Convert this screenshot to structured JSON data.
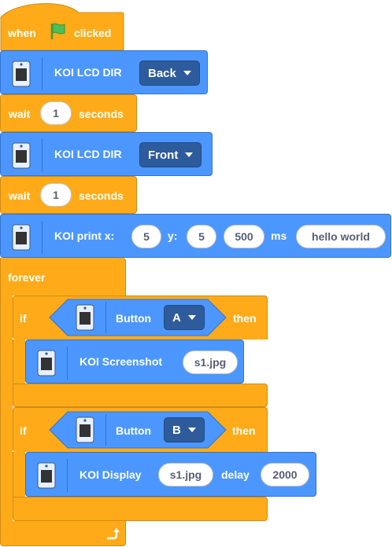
{
  "hat": {
    "when": "when",
    "clicked": "clicked",
    "flag_color": "#4cbf56"
  },
  "blocks": {
    "lcd1": {
      "label": "KOI LCD DIR",
      "value": "Back"
    },
    "wait1": {
      "label": "wait",
      "value": "1",
      "unit": "seconds"
    },
    "lcd2": {
      "label": "KOI LCD DIR",
      "value": "Front"
    },
    "wait2": {
      "label": "wait",
      "value": "1",
      "unit": "seconds"
    },
    "print": {
      "label": "KOI print x:",
      "x": "5",
      "ylabel": "y:",
      "y": "5",
      "ms": "500",
      "mslabel": "ms",
      "text": "hello world"
    }
  },
  "forever": {
    "label": "forever"
  },
  "if1": {
    "label": "if",
    "cond_label": "Button",
    "cond_value": "A",
    "then": "then",
    "body": {
      "label": "KOI Screenshot",
      "value": "s1.jpg"
    }
  },
  "if2": {
    "label": "if",
    "cond_label": "Button",
    "cond_value": "B",
    "then": "then",
    "body": {
      "label": "KOI Display",
      "file": "s1.jpg",
      "delay_label": "delay",
      "delay": "2000"
    }
  },
  "colors": {
    "events": "#ffab19",
    "extension": "#4c97ff",
    "dropdown": "#2e5b9b"
  }
}
